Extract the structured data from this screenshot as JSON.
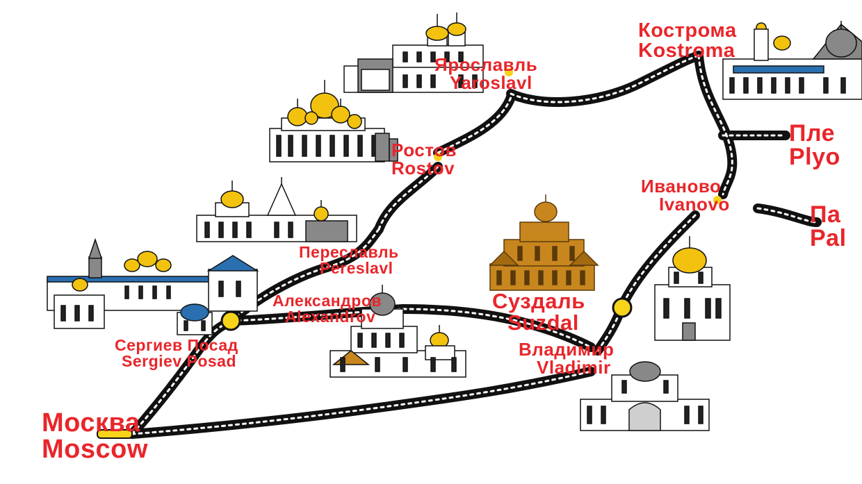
{
  "colors": {
    "road": "#111111",
    "road_dash": "#ffffff",
    "label": "#e8262b",
    "dome_gold": "#f2c20f",
    "dome_blue": "#2a6fb0",
    "wood": "#c8861e",
    "stop": "#f7d31a"
  },
  "cities": {
    "moscow": {
      "ru": "Москва",
      "en": "Moscow"
    },
    "sergiev_posad": {
      "ru": "Сергиев Посад",
      "en": "Sergiev Posad"
    },
    "alexandrov": {
      "ru": "Александров",
      "en": "Alexandrov"
    },
    "pereslavl": {
      "ru": "Переславль",
      "en": "Pereslavl"
    },
    "rostov": {
      "ru": "Ростов",
      "en": "Rostov"
    },
    "yaroslavl": {
      "ru": "Ярославль",
      "en": "Yaroslavl"
    },
    "kostroma": {
      "ru": "Кострома",
      "en": "Kostroma"
    },
    "ivanovo": {
      "ru": "Иваново",
      "en": "Ivanovo"
    },
    "suzdal": {
      "ru": "Суздаль",
      "en": "Suzdal"
    },
    "vladimir": {
      "ru": "Владимир",
      "en": "Vladimir"
    },
    "plyos": {
      "ru": "Пле",
      "en": "Plyo"
    },
    "palekh": {
      "ru": "Па",
      "en": "Pal"
    }
  },
  "landmarks": [
    "yaroslavl-cathedral",
    "rostov-kremlin",
    "pereslavl-church",
    "sergiev-posad-lavra",
    "alexandrov-kremlin",
    "suzdal-wooden-church",
    "bogolyubovo-church",
    "vladimir-golden-gate",
    "kostroma-monastery"
  ]
}
